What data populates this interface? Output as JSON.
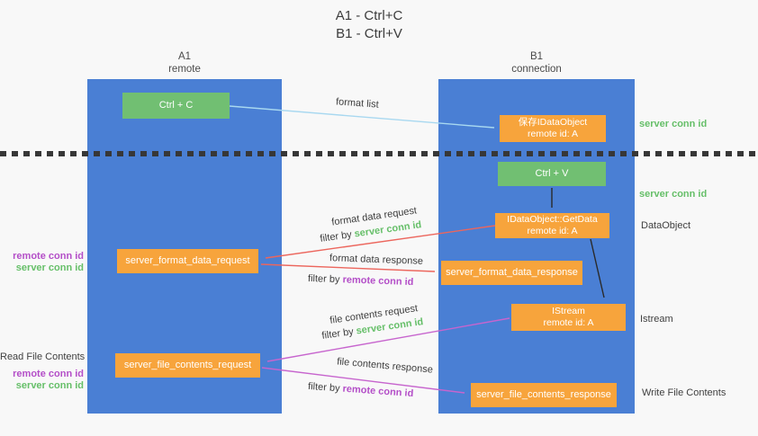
{
  "title": {
    "line1": "A1 - Ctrl+C",
    "line2": "B1 - Ctrl+V"
  },
  "lanes": {
    "left": {
      "name": "A1",
      "role": "remote"
    },
    "right": {
      "name": "B1",
      "role": "connection"
    }
  },
  "nodes": {
    "ctrl_c": "Ctrl + C",
    "ctrl_v": "Ctrl + V",
    "save_idataobject": {
      "line1": "保存IDataObject",
      "line2": "remote id: A"
    },
    "getdata": {
      "line1": "IDataObject::GetData",
      "line2": "remote id: A"
    },
    "istream": {
      "line1": "IStream",
      "line2": "remote id: A"
    },
    "server_format_data_request": "server_format_data_request",
    "server_format_data_response": "server_format_data_response",
    "server_file_contents_request": "server_file_contents_request",
    "server_file_contents_response": "server_file_contents_response"
  },
  "edges": {
    "format_list": "format list",
    "format_data_request": "format data request",
    "format_data_response": "format data response",
    "file_contents_request": "file contents request",
    "file_contents_response": "file contents response",
    "filter_by": "filter by",
    "server_conn_id": "server conn id",
    "remote_conn_id": "remote conn id"
  },
  "annotations": {
    "server_conn_id": "server conn id",
    "remote_conn_id": "remote conn id",
    "dataobject": "DataObject",
    "istream": "Istream",
    "read_file_contents": "Read File Contents",
    "write_file_contents": "Write File Contents"
  },
  "colors": {
    "lane_blue": "#4a7fd4",
    "node_green": "#71bf72",
    "node_orange": "#f7a43c",
    "arrow_blue": "#a8d8f0",
    "arrow_red": "#ec665d",
    "arrow_purple": "#c765ce",
    "arrow_black": "#2a2a2a",
    "label_green": "#66bf69",
    "label_purple": "#b44fc8"
  }
}
